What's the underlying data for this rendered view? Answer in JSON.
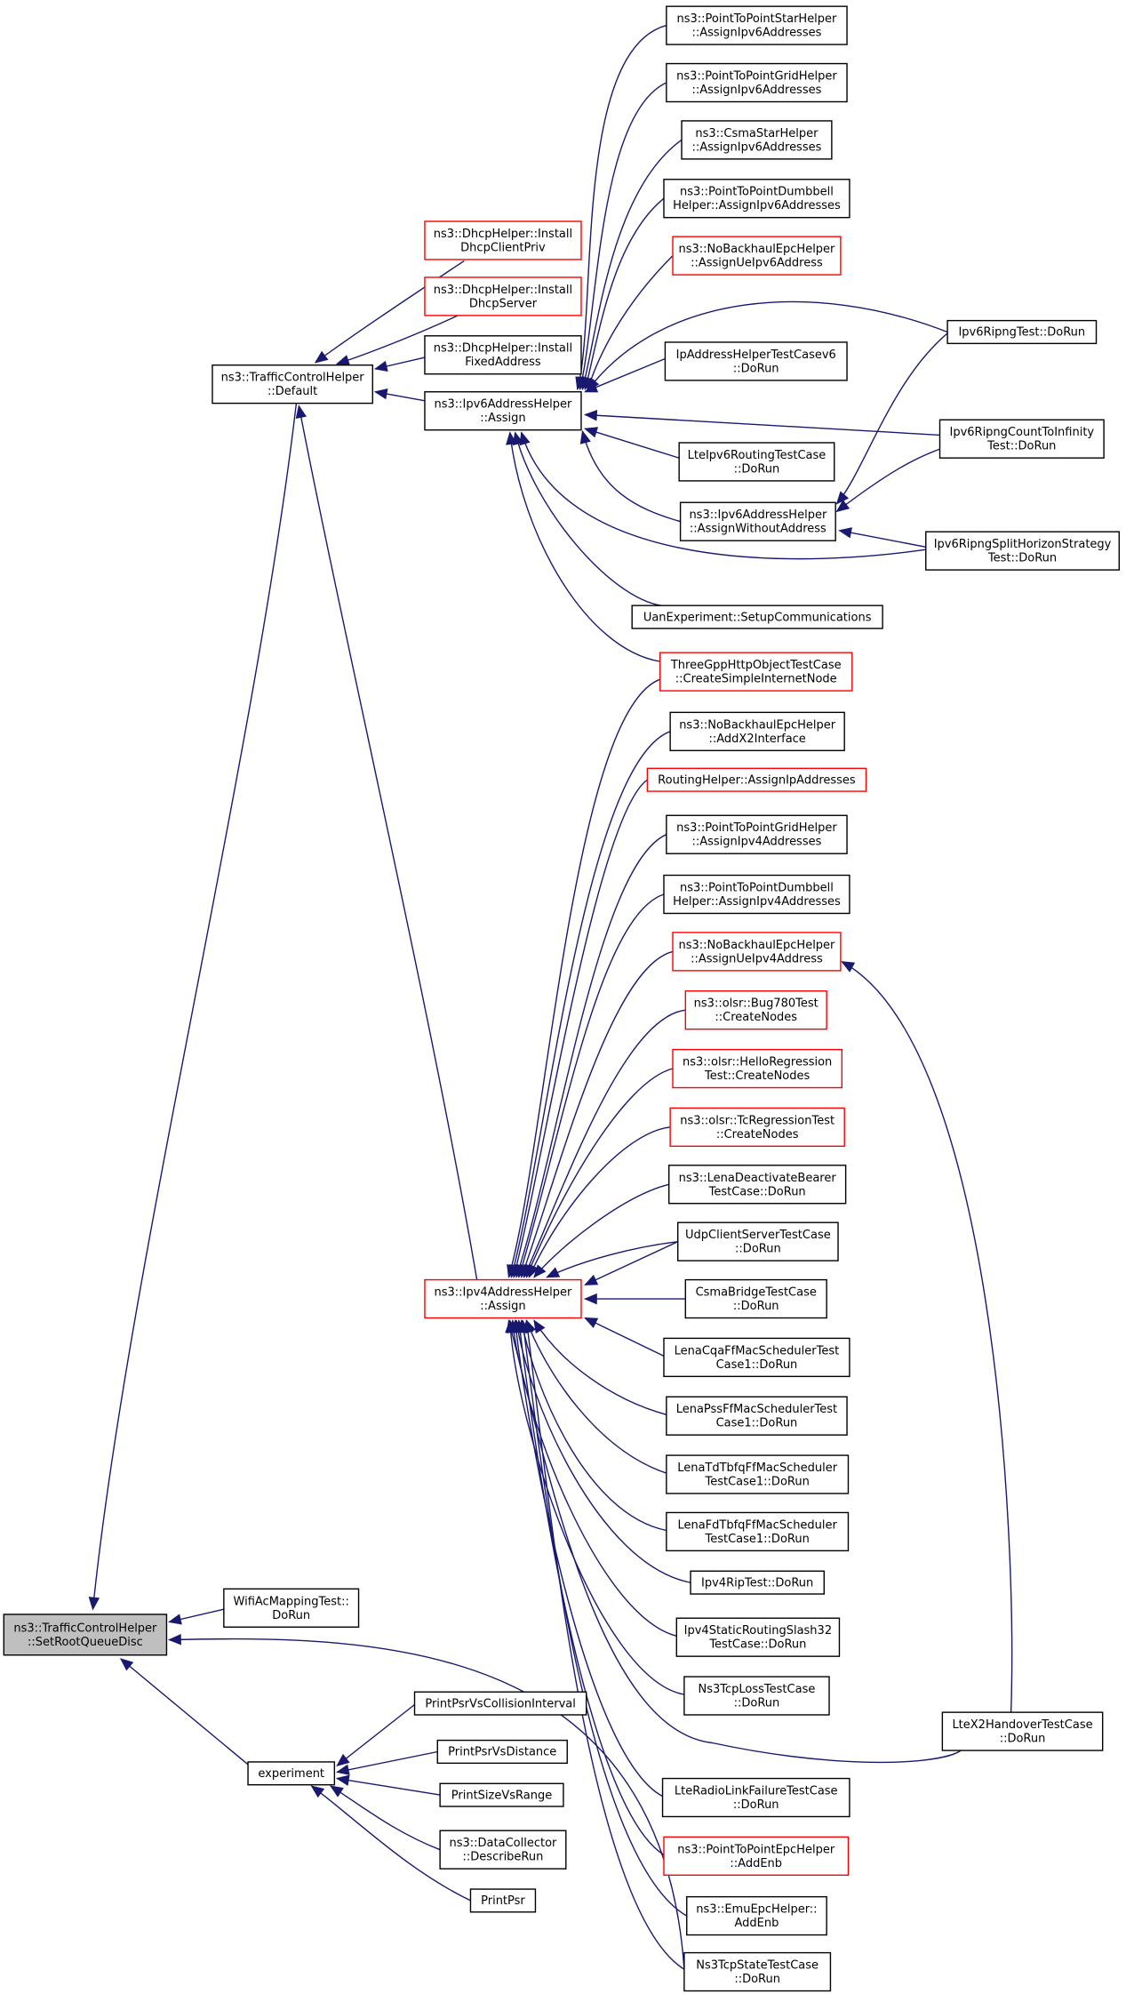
{
  "colors": {
    "edge": "#191970",
    "normal_border": "#000000",
    "truncated_border": "#ff0000",
    "root_fill": "#bfbfbf",
    "node_fill": "#ffffff"
  },
  "nodes": [
    {
      "id": "root",
      "lines": [
        "ns3::TrafficControlHelper",
        "::SetRootQueueDisc"
      ],
      "style": "root"
    },
    {
      "id": "tch_default",
      "lines": [
        "ns3::TrafficControlHelper",
        "::Default"
      ],
      "style": "normal"
    },
    {
      "id": "wifiac",
      "lines": [
        "WifiAcMappingTest::",
        "DoRun"
      ],
      "style": "normal"
    },
    {
      "id": "experiment",
      "lines": [
        "experiment"
      ],
      "style": "normal"
    },
    {
      "id": "dhcp_client",
      "lines": [
        "ns3::DhcpHelper::Install",
        "DhcpClientPriv"
      ],
      "style": "truncated"
    },
    {
      "id": "dhcp_server",
      "lines": [
        "ns3::DhcpHelper::Install",
        "DhcpServer"
      ],
      "style": "truncated"
    },
    {
      "id": "dhcp_fixed",
      "lines": [
        "ns3::DhcpHelper::Install",
        "FixedAddress"
      ],
      "style": "normal"
    },
    {
      "id": "ipv6_assign",
      "lines": [
        "ns3::Ipv6AddressHelper",
        "::Assign"
      ],
      "style": "normal"
    },
    {
      "id": "ipv4_assign",
      "lines": [
        "ns3::Ipv4AddressHelper",
        "::Assign"
      ],
      "style": "truncated"
    },
    {
      "id": "p2pstar_v6",
      "lines": [
        "ns3::PointToPointStarHelper",
        "::AssignIpv6Addresses"
      ],
      "style": "normal"
    },
    {
      "id": "p2pgrid_v6",
      "lines": [
        "ns3::PointToPointGridHelper",
        "::AssignIpv6Addresses"
      ],
      "style": "normal"
    },
    {
      "id": "csmastar_v6",
      "lines": [
        "ns3::CsmaStarHelper",
        "::AssignIpv6Addresses"
      ],
      "style": "normal"
    },
    {
      "id": "p2pdumb_v6",
      "lines": [
        "ns3::PointToPointDumbbell",
        "Helper::AssignIpv6Addresses"
      ],
      "style": "normal"
    },
    {
      "id": "nobackhaul_v6",
      "lines": [
        "ns3::NoBackhaulEpcHelper",
        "::AssignUeIpv6Address"
      ],
      "style": "truncated"
    },
    {
      "id": "ipaddr_test_v6",
      "lines": [
        "IpAddressHelperTestCasev6",
        "::DoRun"
      ],
      "style": "normal"
    },
    {
      "id": "lte_ipv6_routing",
      "lines": [
        "LteIpv6RoutingTestCase",
        "::DoRun"
      ],
      "style": "normal"
    },
    {
      "id": "ipv6_assign_without",
      "lines": [
        "ns3::Ipv6AddressHelper",
        "::AssignWithoutAddress"
      ],
      "style": "normal"
    },
    {
      "id": "uan_setup",
      "lines": [
        "UanExperiment::SetupCommunications"
      ],
      "style": "normal"
    },
    {
      "id": "threegpp",
      "lines": [
        "ThreeGppHttpObjectTestCase",
        "::CreateSimpleInternetNode"
      ],
      "style": "truncated"
    },
    {
      "id": "ripng_test",
      "lines": [
        "Ipv6RipngTest::DoRun"
      ],
      "style": "normal"
    },
    {
      "id": "ripng_count",
      "lines": [
        "Ipv6RipngCountToInfinity",
        "Test::DoRun"
      ],
      "style": "normal"
    },
    {
      "id": "ripng_split",
      "lines": [
        "Ipv6RipngSplitHorizonStrategy",
        "Test::DoRun"
      ],
      "style": "normal"
    },
    {
      "id": "nobackhaul_x2",
      "lines": [
        "ns3::NoBackhaulEpcHelper",
        "::AddX2Interface"
      ],
      "style": "normal"
    },
    {
      "id": "routing_helper",
      "lines": [
        "RoutingHelper::AssignIpAddresses"
      ],
      "style": "truncated"
    },
    {
      "id": "p2pgrid_v4",
      "lines": [
        "ns3::PointToPointGridHelper",
        "::AssignIpv4Addresses"
      ],
      "style": "normal"
    },
    {
      "id": "p2pdumb_v4",
      "lines": [
        "ns3::PointToPointDumbbell",
        "Helper::AssignIpv4Addresses"
      ],
      "style": "normal"
    },
    {
      "id": "nobackhaul_v4",
      "lines": [
        "ns3::NoBackhaulEpcHelper",
        "::AssignUeIpv4Address"
      ],
      "style": "truncated"
    },
    {
      "id": "olsr_bug780",
      "lines": [
        "ns3::olsr::Bug780Test",
        "::CreateNodes"
      ],
      "style": "truncated"
    },
    {
      "id": "olsr_hello",
      "lines": [
        "ns3::olsr::HelloRegression",
        "Test::CreateNodes"
      ],
      "style": "truncated"
    },
    {
      "id": "olsr_tc",
      "lines": [
        "ns3::olsr::TcRegressionTest",
        "::CreateNodes"
      ],
      "style": "truncated"
    },
    {
      "id": "lena_deactivate",
      "lines": [
        "ns3::LenaDeactivateBearer",
        "TestCase::DoRun"
      ],
      "style": "normal"
    },
    {
      "id": "udp_cs",
      "lines": [
        "UdpClientServerTestCase",
        "::DoRun"
      ],
      "style": "normal"
    },
    {
      "id": "csma_bridge",
      "lines": [
        "CsmaBridgeTestCase",
        "::DoRun"
      ],
      "style": "normal"
    },
    {
      "id": "lena_cqa",
      "lines": [
        "LenaCqaFfMacSchedulerTest",
        "Case1::DoRun"
      ],
      "style": "normal"
    },
    {
      "id": "lena_pss",
      "lines": [
        "LenaPssFfMacSchedulerTest",
        "Case1::DoRun"
      ],
      "style": "normal"
    },
    {
      "id": "lena_td",
      "lines": [
        "LenaTdTbfqFfMacScheduler",
        "TestCase1::DoRun"
      ],
      "style": "normal"
    },
    {
      "id": "lena_fd",
      "lines": [
        "LenaFdTbfqFfMacScheduler",
        "TestCase1::DoRun"
      ],
      "style": "normal"
    },
    {
      "id": "ipv4_rip",
      "lines": [
        "Ipv4RipTest::DoRun"
      ],
      "style": "normal"
    },
    {
      "id": "ipv4_static",
      "lines": [
        "Ipv4StaticRoutingSlash32",
        "TestCase::DoRun"
      ],
      "style": "normal"
    },
    {
      "id": "ns3tcp_loss",
      "lines": [
        "Ns3TcpLossTestCase",
        "::DoRun"
      ],
      "style": "normal"
    },
    {
      "id": "lte_rlf",
      "lines": [
        "LteRadioLinkFailureTestCase",
        "::DoRun"
      ],
      "style": "normal"
    },
    {
      "id": "p2p_epc",
      "lines": [
        "ns3::PointToPointEpcHelper",
        "::AddEnb"
      ],
      "style": "truncated"
    },
    {
      "id": "emu_epc",
      "lines": [
        "ns3::EmuEpcHelper::",
        "AddEnb"
      ],
      "style": "normal"
    },
    {
      "id": "ns3tcp_state",
      "lines": [
        "Ns3TcpStateTestCase",
        "::DoRun"
      ],
      "style": "normal"
    },
    {
      "id": "ltex2",
      "lines": [
        "LteX2HandoverTestCase",
        "::DoRun"
      ],
      "style": "normal"
    },
    {
      "id": "psr_collision",
      "lines": [
        "PrintPsrVsCollisionInterval"
      ],
      "style": "normal"
    },
    {
      "id": "psr_distance",
      "lines": [
        "PrintPsrVsDistance"
      ],
      "style": "normal"
    },
    {
      "id": "size_range",
      "lines": [
        "PrintSizeVsRange"
      ],
      "style": "normal"
    },
    {
      "id": "datacollector",
      "lines": [
        "ns3::DataCollector",
        "::DescribeRun"
      ],
      "style": "normal"
    },
    {
      "id": "printpsr",
      "lines": [
        "PrintPsr"
      ],
      "style": "normal"
    }
  ]
}
